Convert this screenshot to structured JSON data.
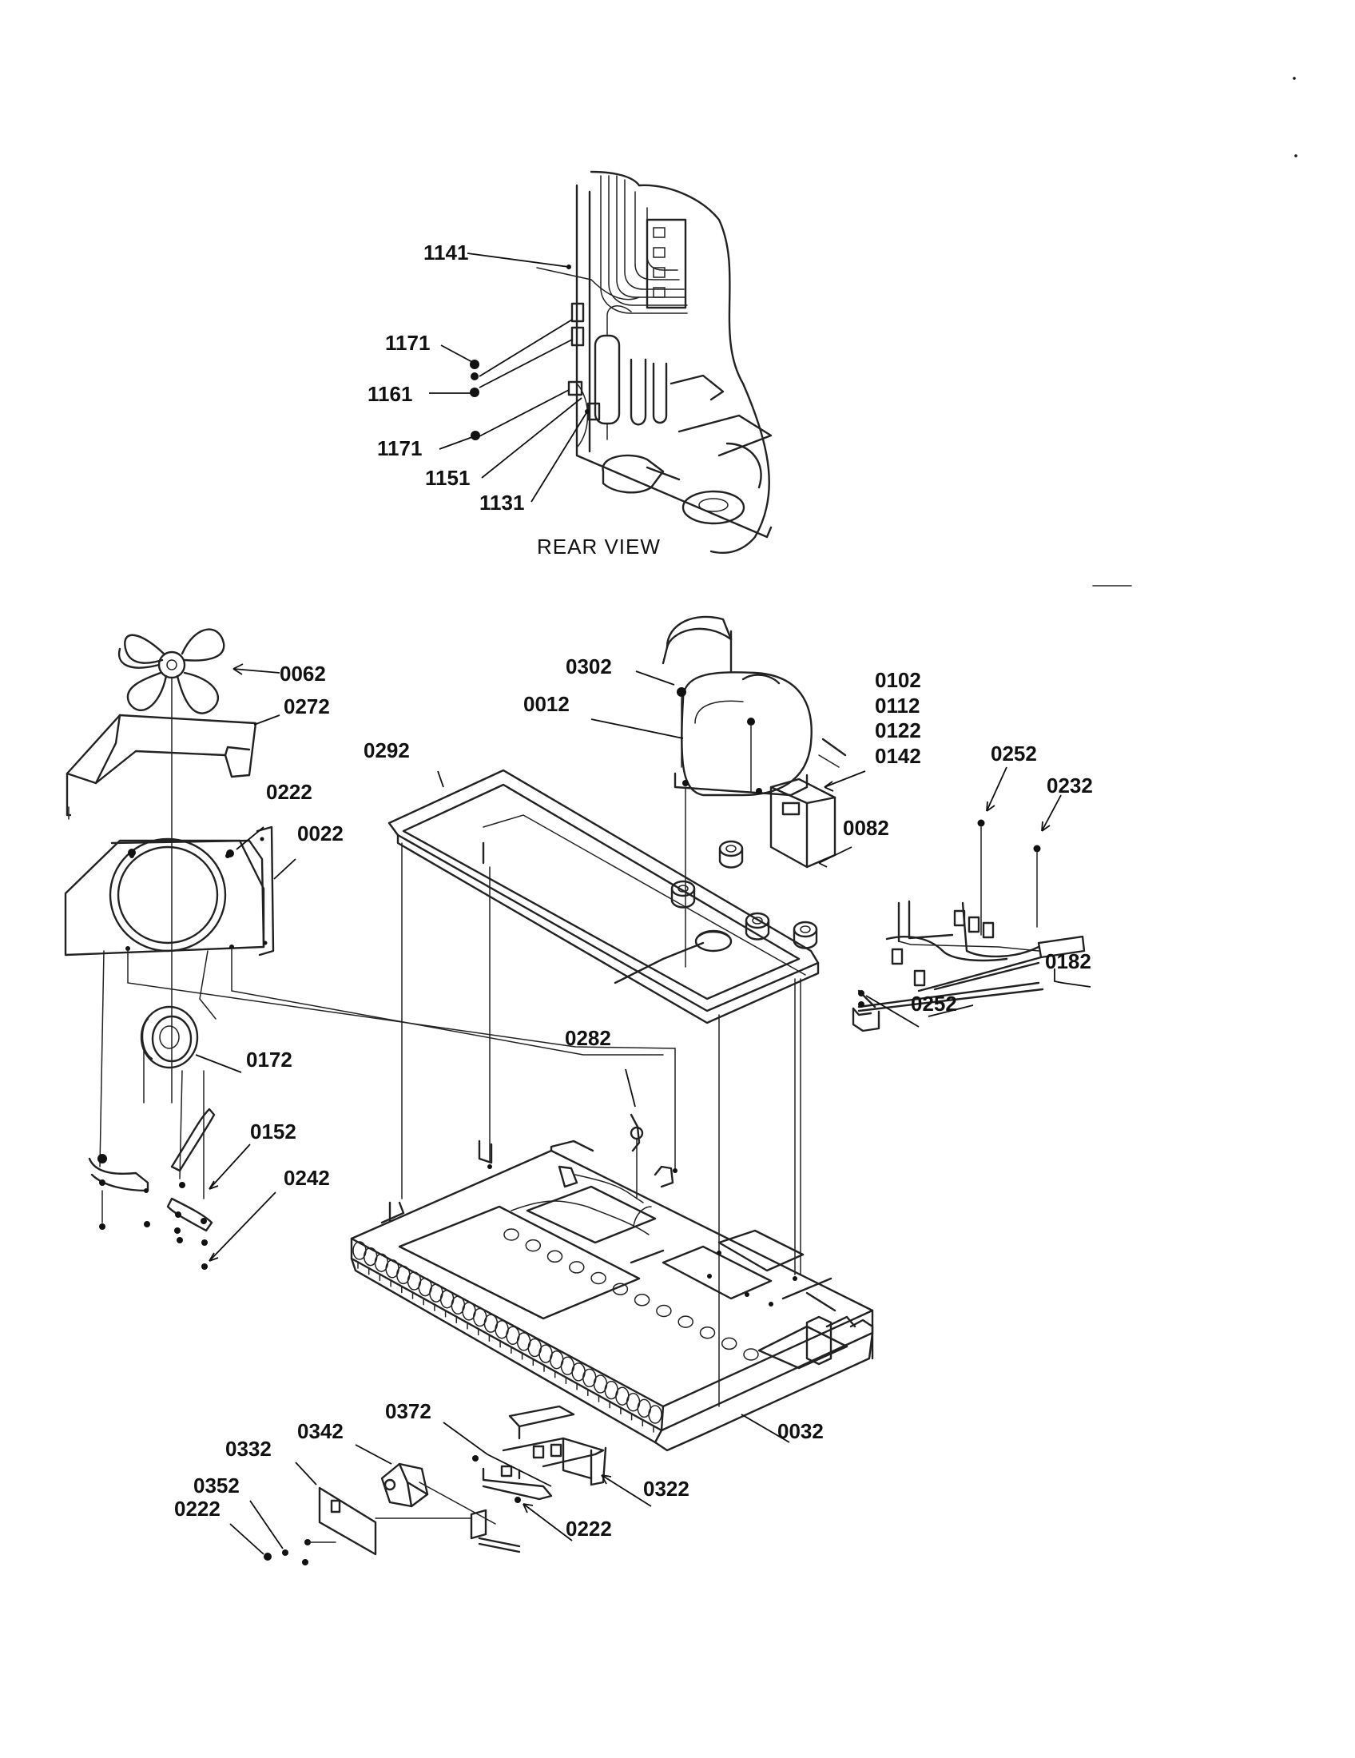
{
  "rear_view_caption": "REAR VIEW",
  "labels": {
    "l1141": "1141",
    "l1171a": "1171",
    "l1161": "1161",
    "l1171b": "1171",
    "l1151": "1151",
    "l1131": "1131",
    "l0062": "0062",
    "l0272": "0272",
    "l0222a": "0222",
    "l0022": "0022",
    "l0292": "0292",
    "l0302": "0302",
    "l0012": "0012",
    "l0102": "0102",
    "l0112": "0112",
    "l0122": "0122",
    "l0142": "0142",
    "l0252a": "0252",
    "l0232": "0232",
    "l0082": "0082",
    "l0182": "0182",
    "l0252b": "0252",
    "l0172": "0172",
    "l0282": "0282",
    "l0152": "0152",
    "l0242": "0242",
    "l0032": "0032",
    "l0372": "0372",
    "l0342": "0342",
    "l0332": "0332",
    "l0352": "0352",
    "l0222b": "0222",
    "l0322": "0322",
    "l0222c": "0222"
  }
}
